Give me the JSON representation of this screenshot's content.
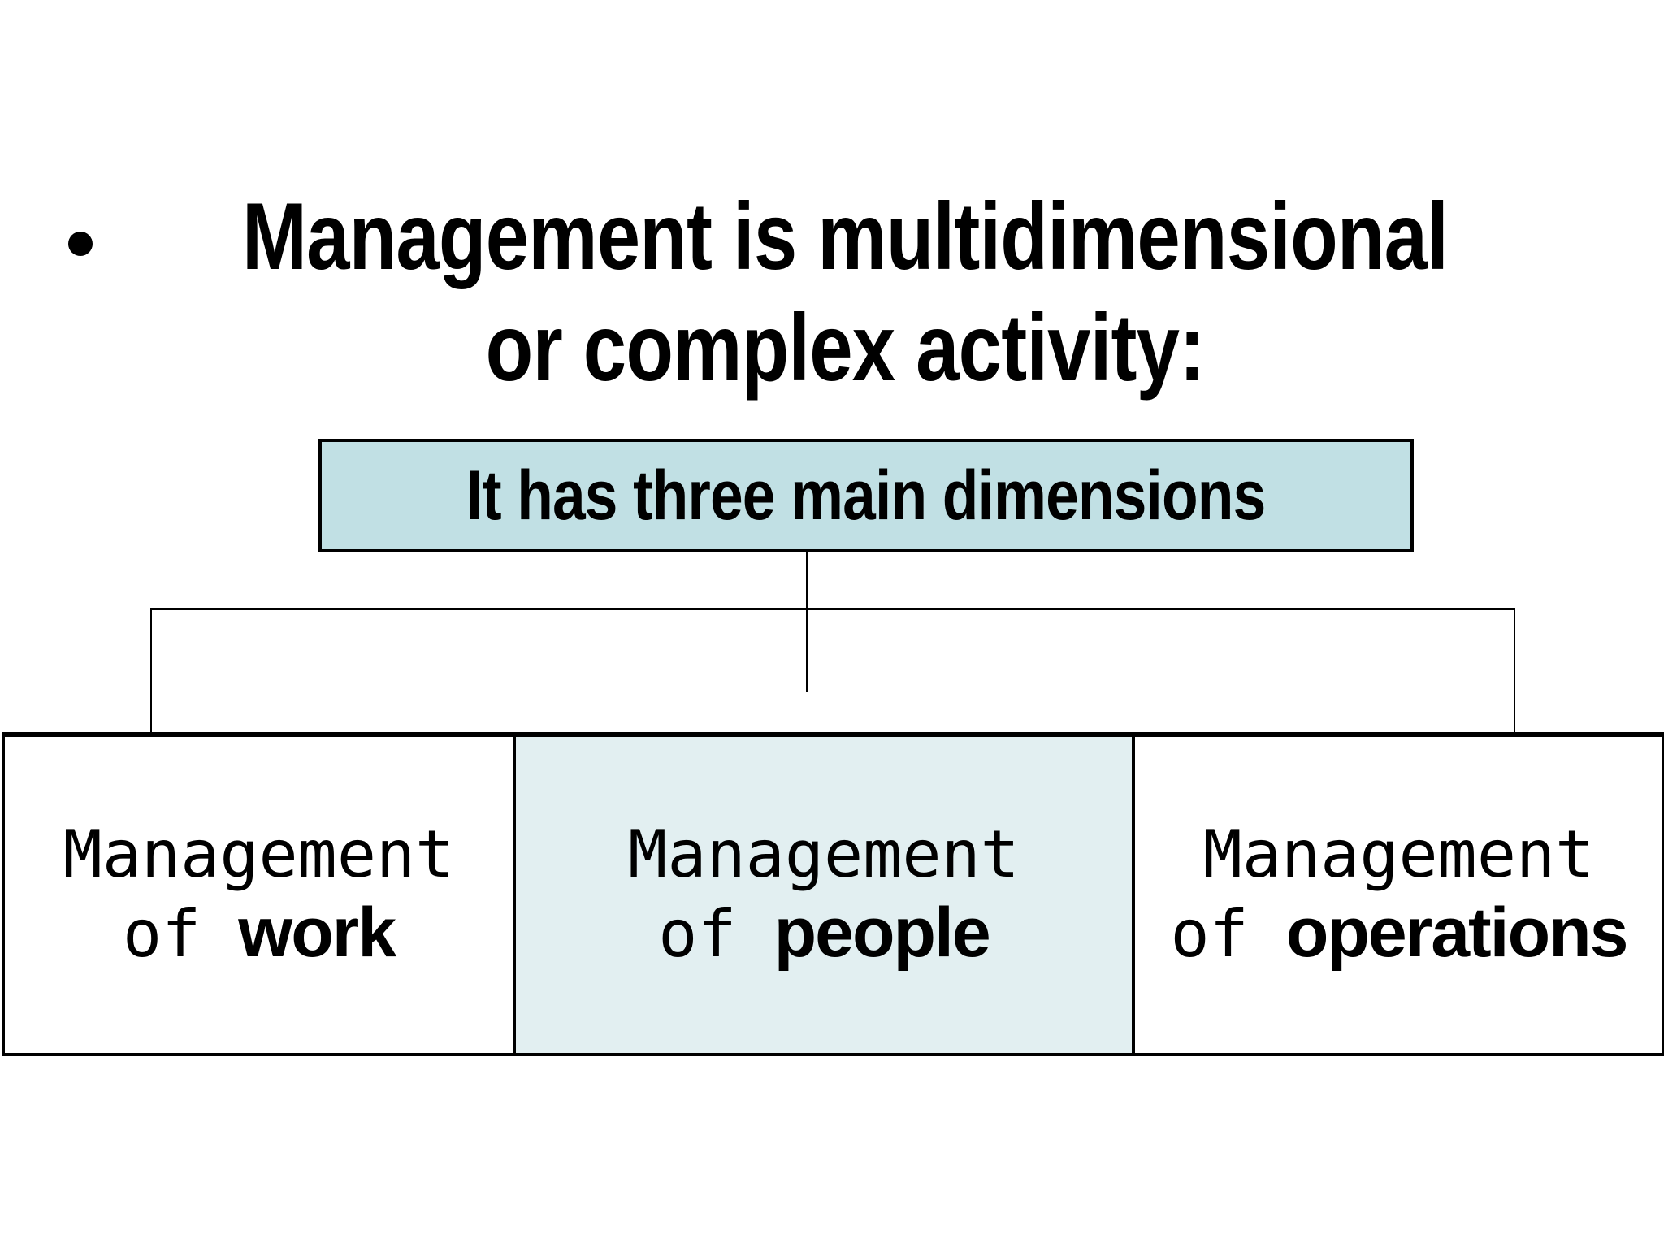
{
  "slide": {
    "background": "#ffffff",
    "text_color": "#000000",
    "connector_color": "#000000",
    "title": {
      "bullet_glyph": "•",
      "line1": "Management is multidimensional",
      "line2": "or complex activity:"
    },
    "subtitle_box": {
      "label": "It has three main dimensions",
      "fill": "#c1e0e4",
      "border_color": "#000000"
    },
    "dimension_boxes": [
      {
        "line1": "Management",
        "line2_prefix": "of",
        "line2_keyword": "work",
        "fill": "#ffffff"
      },
      {
        "line1": "Management",
        "line2_prefix": "of",
        "line2_keyword": "people",
        "fill": "#e2eff1"
      },
      {
        "line1": "Management",
        "line2_prefix": "of",
        "line2_keyword": "operations",
        "fill": "#ffffff"
      }
    ]
  }
}
